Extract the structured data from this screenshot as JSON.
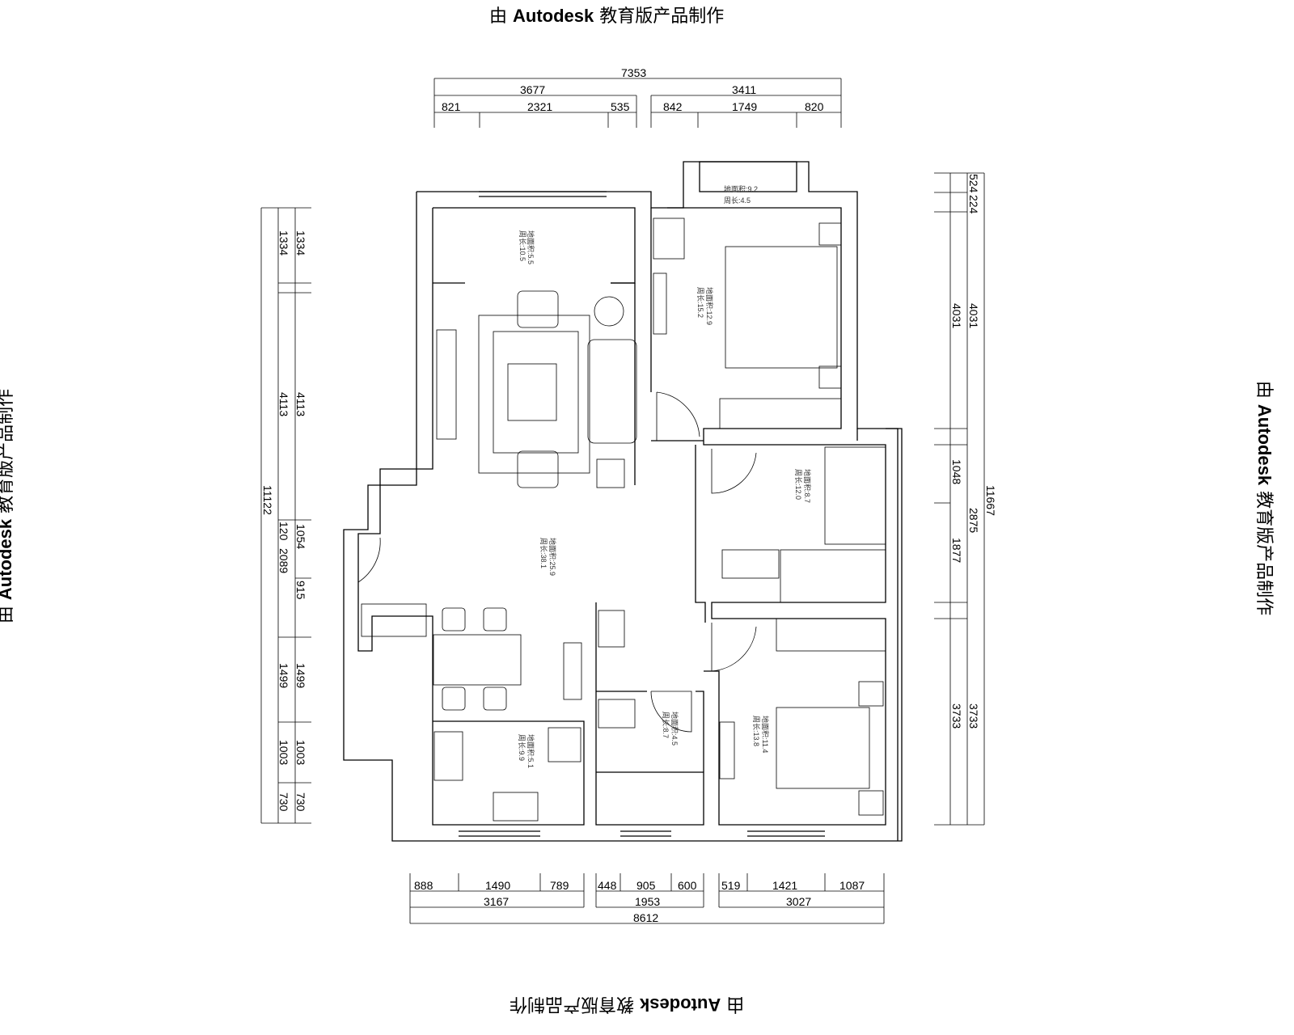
{
  "watermark": {
    "prefix": "由",
    "brand": "Autodesk",
    "suffix": "教育版产品制作"
  },
  "dimensions": {
    "top": {
      "total": "7353",
      "left_group": "3677",
      "right_group": "3411",
      "left_parts": [
        "821",
        "2321",
        "535"
      ],
      "right_parts": [
        "842",
        "1749",
        "820"
      ]
    },
    "left": {
      "total": "11122",
      "outer": [
        "1334",
        "4113",
        "2089",
        "1499",
        "1003",
        "730"
      ],
      "inner": [
        "1334",
        "4113",
        "120",
        "1054",
        "915",
        "1499",
        "1003",
        "730"
      ]
    },
    "right": {
      "total": "11667",
      "outer": [
        "524",
        "224",
        "4031",
        "2875",
        "3733"
      ],
      "inner": [
        "4031",
        "1048",
        "1877",
        "3733"
      ]
    },
    "bottom": {
      "total": "8612",
      "groups": [
        "3167",
        "1953",
        "3027"
      ],
      "parts": [
        "888",
        "1490",
        "789",
        "448",
        "905",
        "600",
        "519",
        "1421",
        "1087"
      ]
    }
  },
  "rooms": [
    {
      "area": "地面积:5.5",
      "perimeter": "周长:10.5"
    },
    {
      "area": "地面积:9.2",
      "perimeter": "周长:4.5"
    },
    {
      "area": "地面积:12.9",
      "perimeter": "周长:15.2"
    },
    {
      "area": "地面积:25.9",
      "perimeter": "周长:38.1"
    },
    {
      "area": "地面积:8.7",
      "perimeter": "周长:12.0"
    },
    {
      "area": "地面积:5.1",
      "perimeter": "周长:9.9"
    },
    {
      "area": "地面积:4.5",
      "perimeter": "周长:8.7"
    },
    {
      "area": "地面积:11.4",
      "perimeter": "周长:13.8"
    }
  ]
}
